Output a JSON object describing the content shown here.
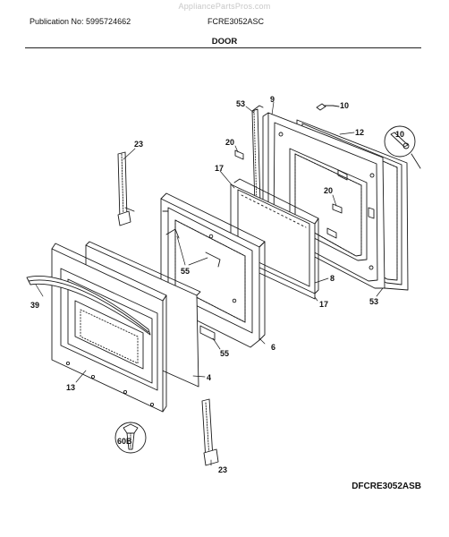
{
  "header": {
    "watermark": "AppliancePartsPros.com",
    "publication": "Publication No: 5995724662",
    "model": "FCRE3052ASC",
    "section_title": "DOOR"
  },
  "footer": {
    "drawing_code": "DFCRE3052ASB"
  },
  "callouts": {
    "c53_top": "53",
    "c9": "9",
    "c10": "10",
    "c12": "12",
    "c10_inset": "10",
    "c23_top": "23",
    "c20_top": "20",
    "c17_top": "17",
    "c20_mid": "20",
    "c55_a": "55",
    "c8": "8",
    "c17_bottom": "17",
    "c53_bottom": "53",
    "c39": "39",
    "c6": "6",
    "c55_b": "55",
    "c4": "4",
    "c13": "13",
    "c60b": "60B",
    "c23_bottom": "23"
  }
}
